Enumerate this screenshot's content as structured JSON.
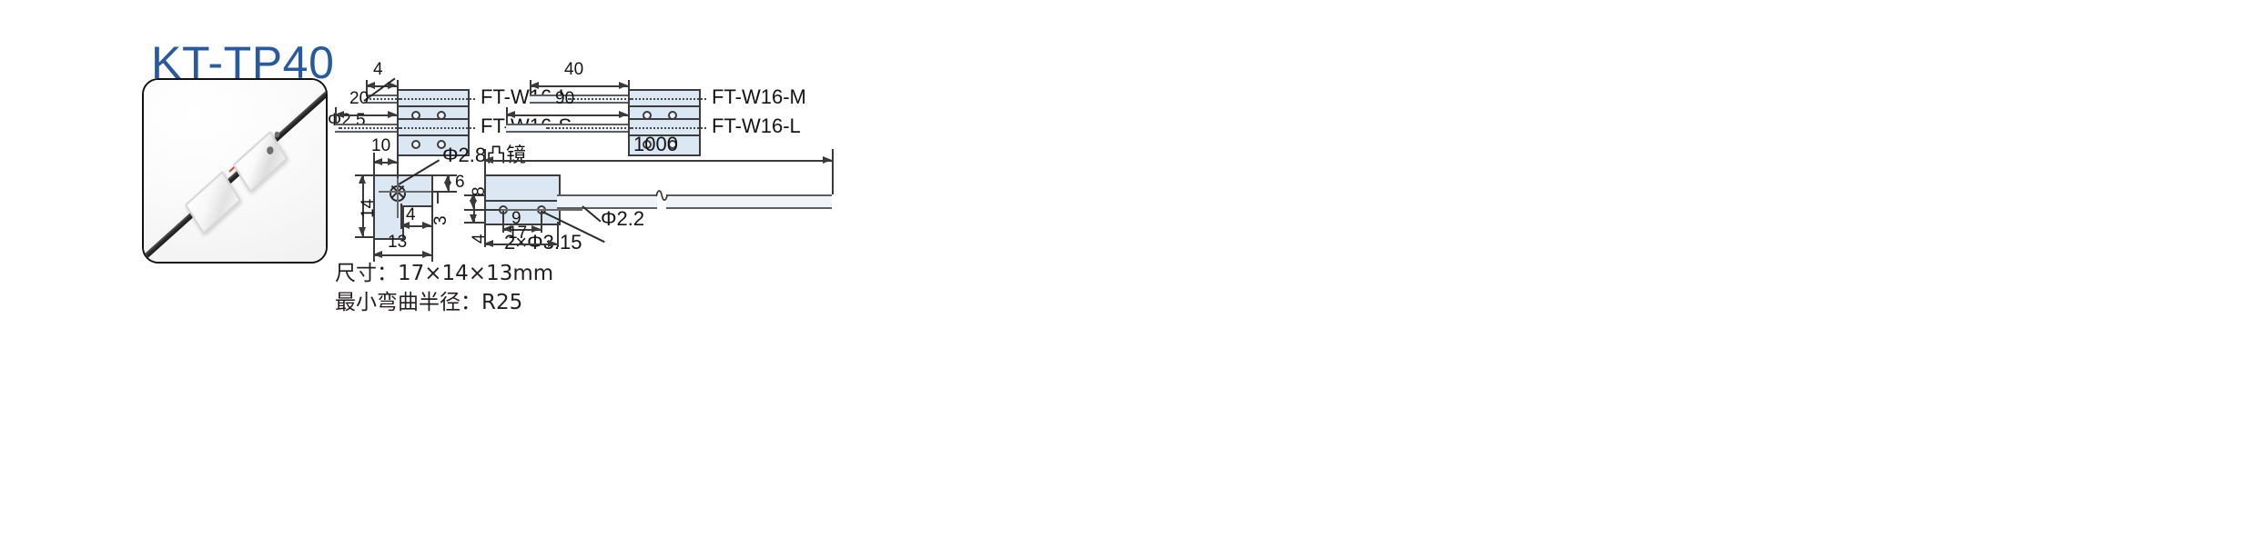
{
  "product": {
    "model": "KT-TP40",
    "model_color": "#2a5a9e"
  },
  "photo": {
    "caption_alt": "through-beam fiber optic sensor heads on cable",
    "beam_color": "#e8472a"
  },
  "fiber_variants": [
    {
      "name": "FT-W16-I",
      "dimension": "4",
      "diameter": "Φ2.5"
    },
    {
      "name": "FT-W16-M",
      "dimension": "40"
    },
    {
      "name": "FT-W16-S",
      "dimension": "20"
    },
    {
      "name": "FT-W16-L",
      "dimension": "90"
    }
  ],
  "drawing": {
    "lens_label": "Φ2.8凸镜",
    "cable_diameter": "Φ2.2",
    "mount_holes": "2×Φ3.15",
    "cable_length": "1000",
    "side_view": {
      "width_top": "10",
      "height_total": "14",
      "width_total": "13",
      "notch_width": "4",
      "lens_offset": "6",
      "lower_height": "3"
    },
    "front_view": {
      "hole_from_top": "8",
      "hole_from_bottom": "4",
      "hole_pitch": "9",
      "body_width": "17"
    }
  },
  "specs": [
    "尺寸：17×14×13mm",
    "最小弯曲半径：R25"
  ]
}
